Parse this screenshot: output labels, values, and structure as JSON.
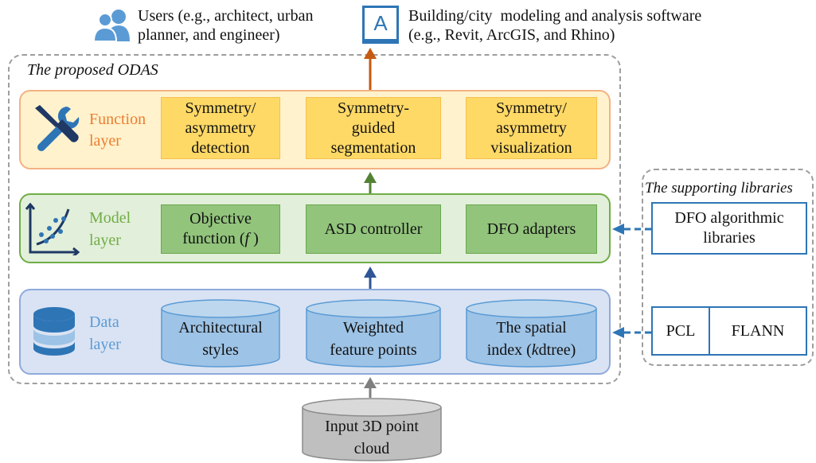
{
  "header": {
    "users_line1": "Users (e.g., architect, urban",
    "users_line2": "planner, and engineer)",
    "software_line1": "Building/city  modeling and analysis software",
    "software_line2": "(e.g., Revit, ArcGIS, and Rhino)",
    "software_icon_letter": "A"
  },
  "odas": {
    "title": "The proposed ODAS",
    "function_layer": {
      "label_line1": "Function",
      "label_line2": "layer",
      "boxes": [
        "Symmetry/\nasymmetry\ndetection",
        "Symmetry-\nguided\nsegmentation",
        "Symmetry/\nasymmetry\nvisualization"
      ]
    },
    "model_layer": {
      "label_line1": "Model",
      "label_line2": "layer",
      "box1_line1": "Objective",
      "box1_line2_prefix": "function (",
      "box1_line2_var": "f",
      "box1_line2_suffix": " )",
      "box2": "ASD controller",
      "box3": "DFO adapters"
    },
    "data_layer": {
      "label_line1": "Data",
      "label_line2": "layer",
      "cyl1": "Architectural\nstyles",
      "cyl2": "Weighted\nfeature points",
      "cyl3_line1": "The spatial",
      "cyl3_line2_prefix": "index (",
      "cyl3_line2_var": "k",
      "cyl3_line2_suffix": "dtree)"
    }
  },
  "libraries": {
    "title": "The supporting libraries",
    "dfo": "DFO algorithmic\nlibraries",
    "pcl": "PCL",
    "flann": "FLANN"
  },
  "input": {
    "label": "Input 3D point\ncloud"
  },
  "colors": {
    "function_fill": "#fff2cc",
    "function_border": "#f4b183",
    "function_text": "#ed7d31",
    "model_fill": "#e2efda",
    "model_border": "#70ad47",
    "model_text": "#70ad47",
    "data_fill": "#dae3f3",
    "data_border": "#8faadc",
    "data_text": "#5b9bd5",
    "arrow_orange": "#c55a11",
    "arrow_green": "#548235",
    "arrow_blue": "#2f5597",
    "arrow_gray": "#7f7f7f",
    "dashed_blue": "#2e75b6"
  }
}
